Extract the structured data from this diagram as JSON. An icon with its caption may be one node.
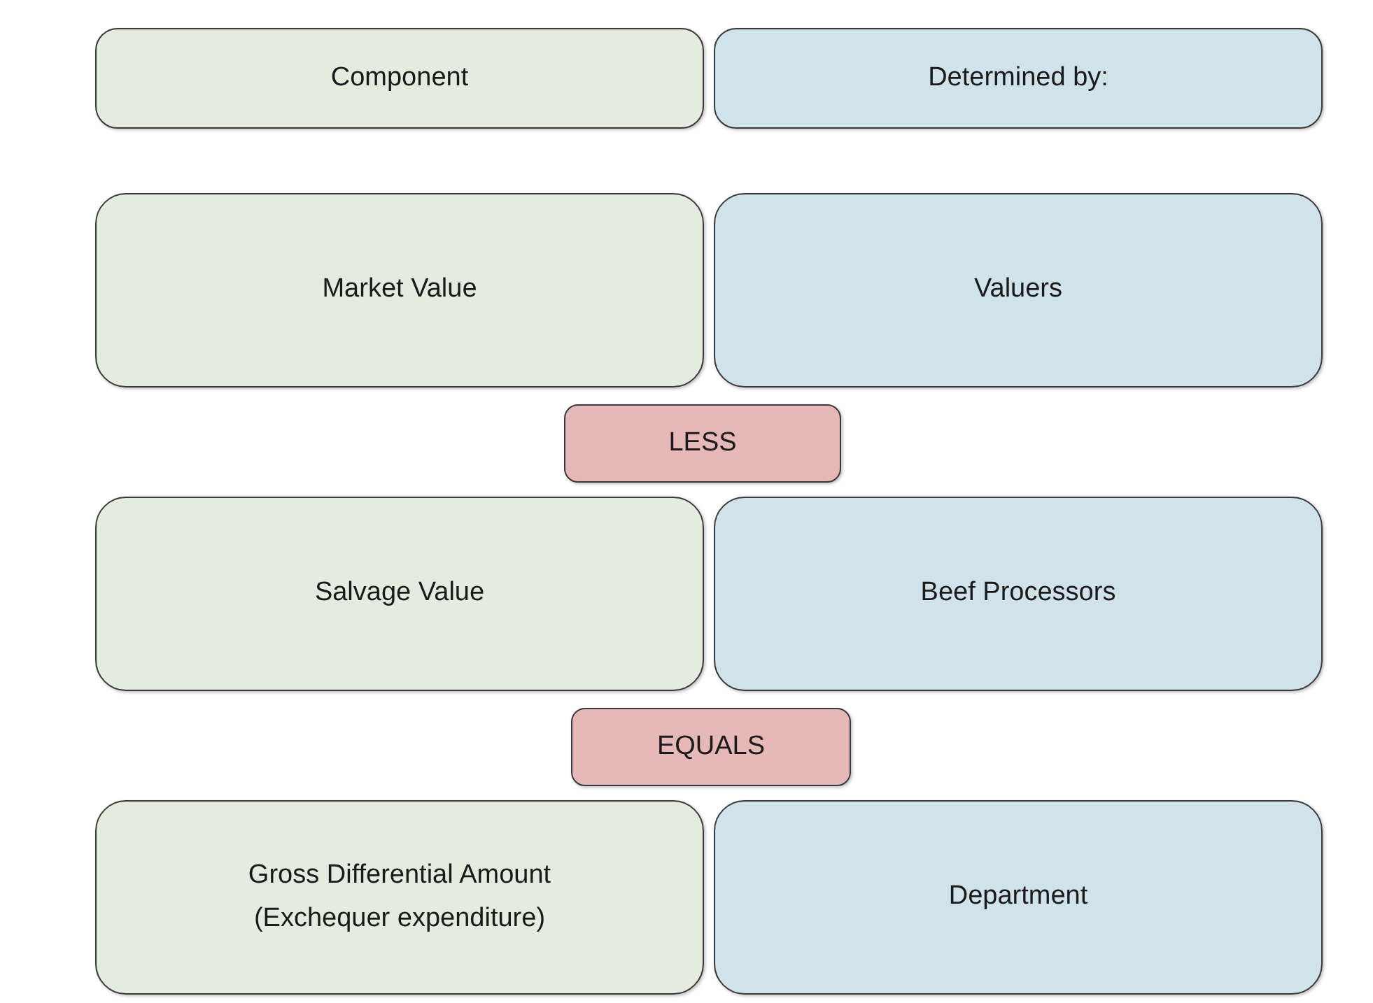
{
  "diagram": {
    "nodes": [
      {
        "text": [
          "Component"
        ]
      },
      {
        "text": [
          "Determined by:"
        ]
      },
      {
        "text": [
          "Market Value"
        ]
      },
      {
        "text": [
          "Valuers"
        ]
      },
      {
        "text": [
          "LESS"
        ]
      },
      {
        "text": [
          "Salvage Value"
        ]
      },
      {
        "text": [
          "Beef Processors"
        ]
      },
      {
        "text": [
          "EQUALS"
        ]
      },
      {
        "text": [
          "Gross Differential Amount (Exchequer expenditure)"
        ]
      },
      {
        "text": [
          "Department"
        ]
      }
    ],
    "edges": []
  }
}
